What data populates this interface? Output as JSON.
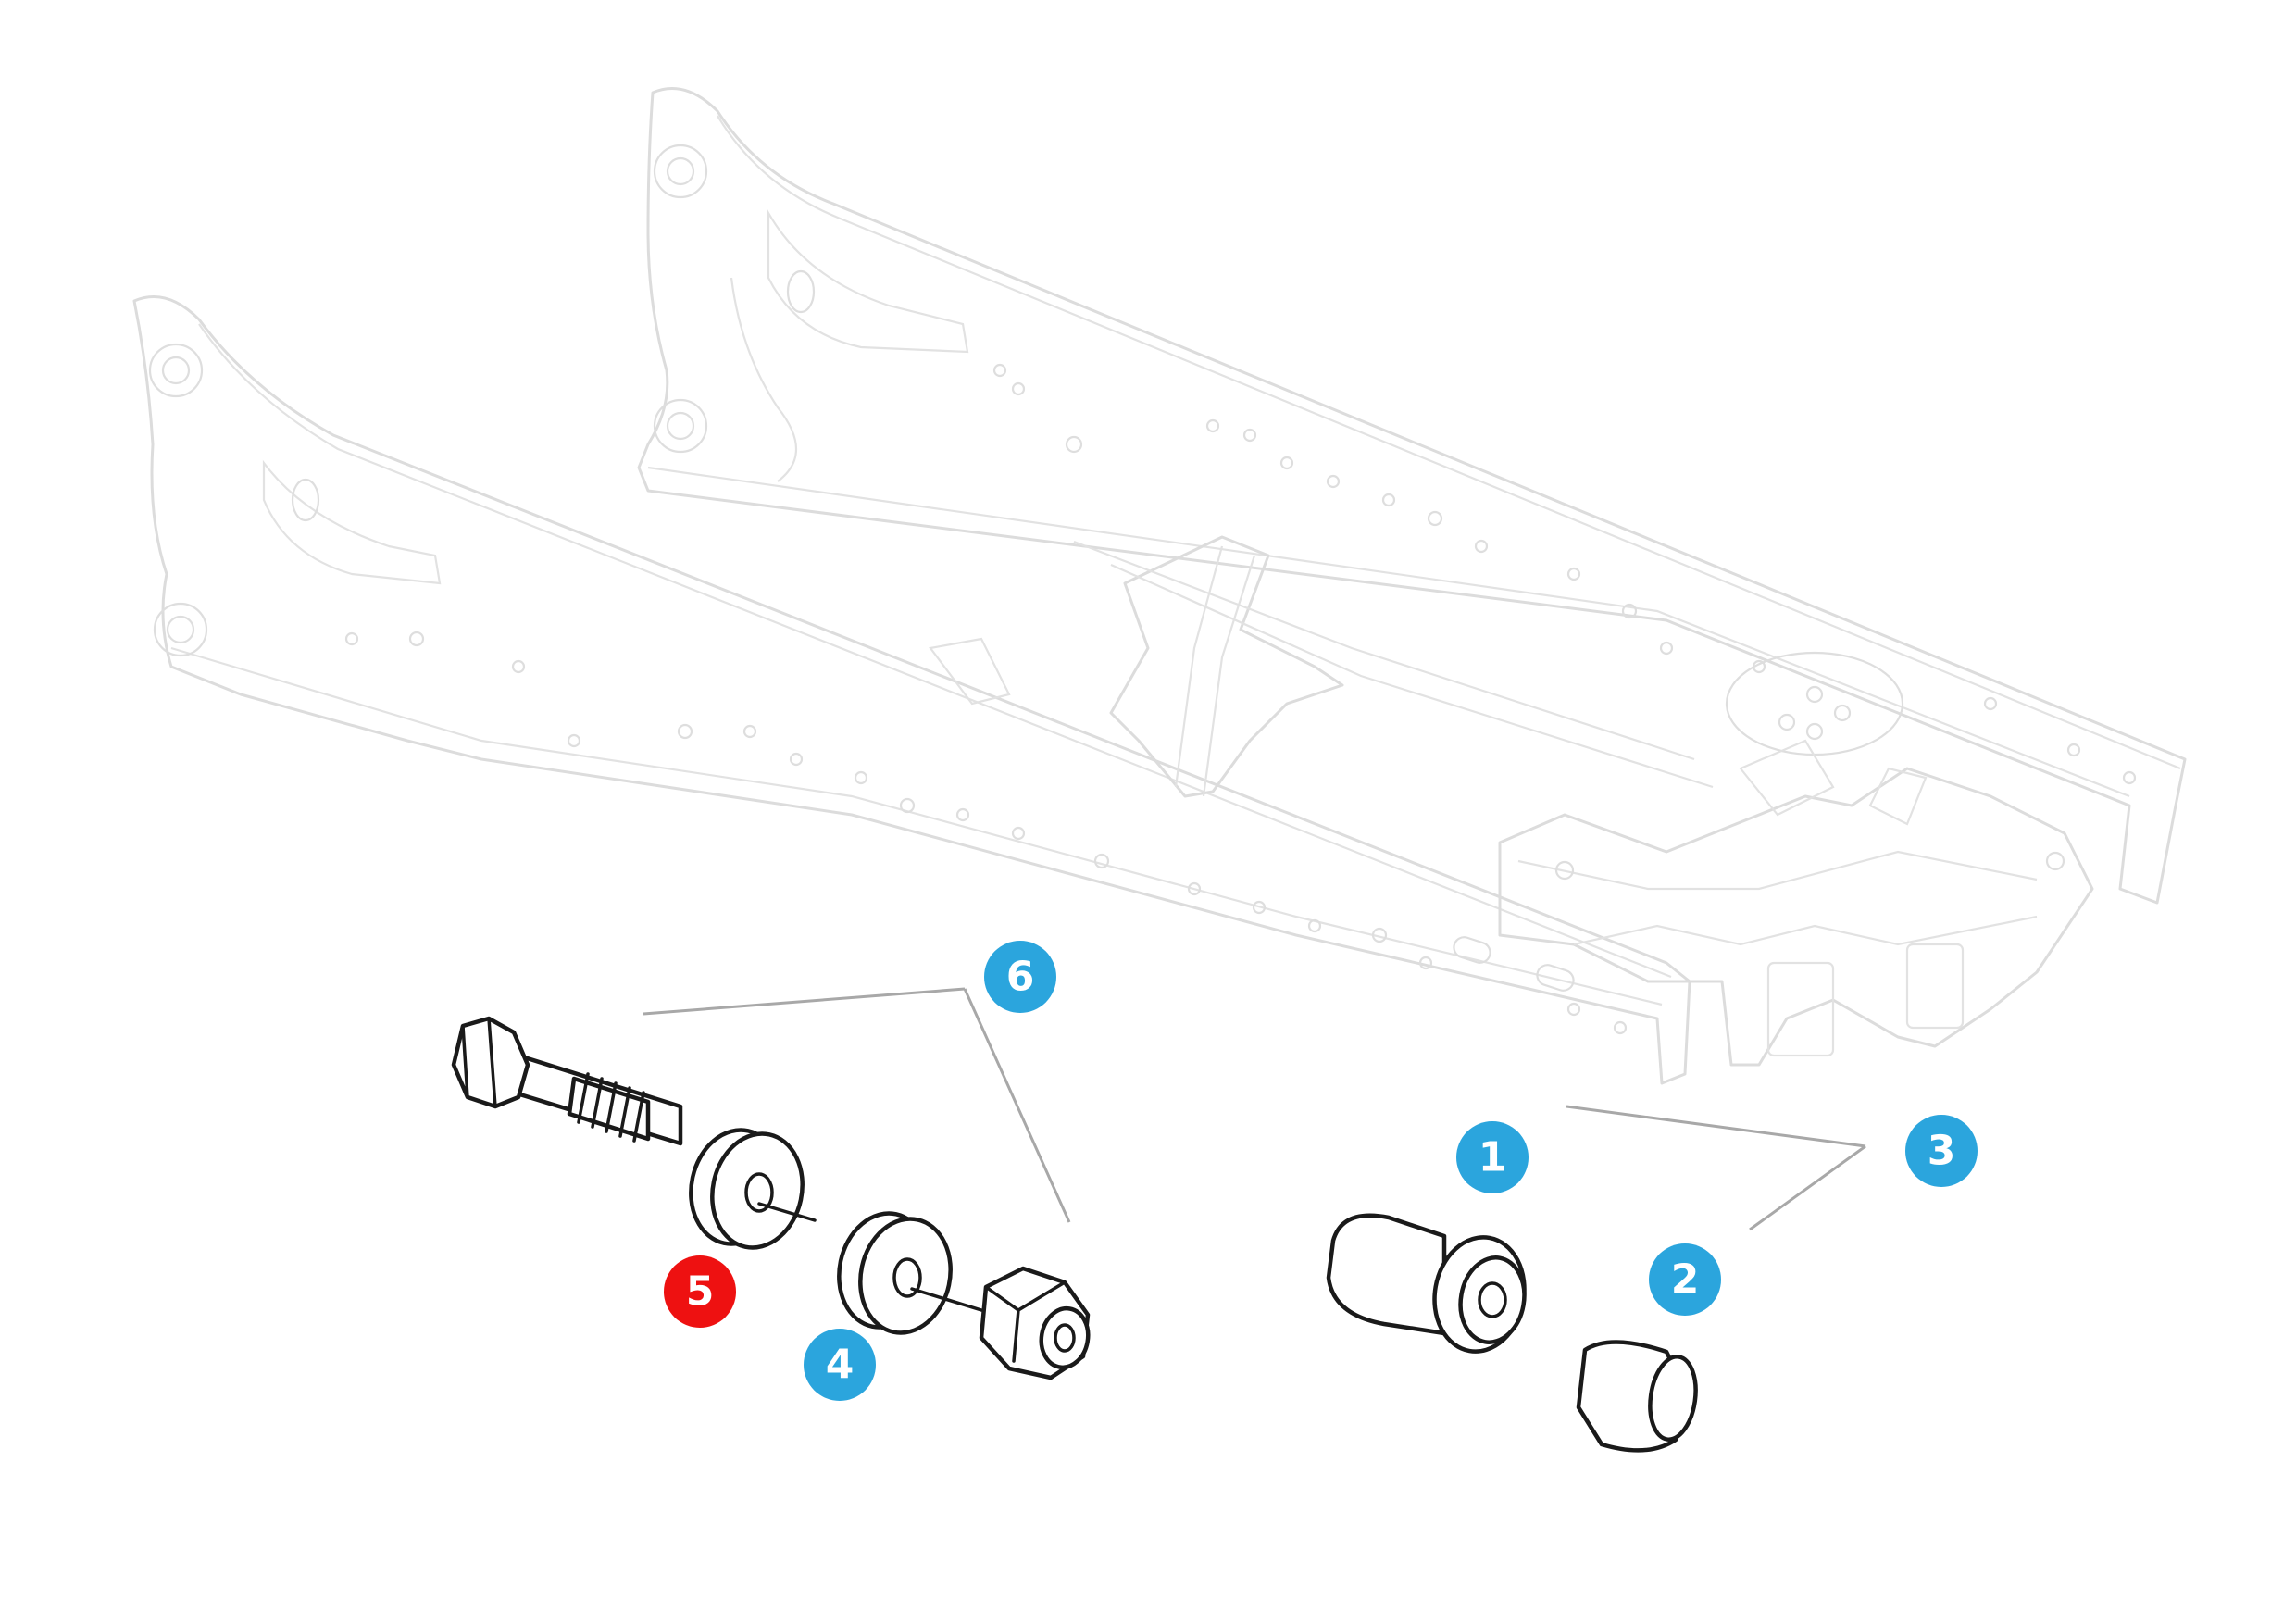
{
  "colors": {
    "callout_default": "#2ba5dd",
    "callout_highlight": "#ee1111",
    "frame_lines": "#dcdcdc",
    "part_lines": "#1a1a1a",
    "leader_lines": "#a8a8a8"
  },
  "callouts": [
    {
      "id": "callout-1",
      "label": "1",
      "highlighted": false
    },
    {
      "id": "callout-2",
      "label": "2",
      "highlighted": false
    },
    {
      "id": "callout-3",
      "label": "3",
      "highlighted": false
    },
    {
      "id": "callout-4",
      "label": "4",
      "highlighted": false
    },
    {
      "id": "callout-5",
      "label": "5",
      "highlighted": true
    },
    {
      "id": "callout-6",
      "label": "6",
      "highlighted": false
    }
  ]
}
